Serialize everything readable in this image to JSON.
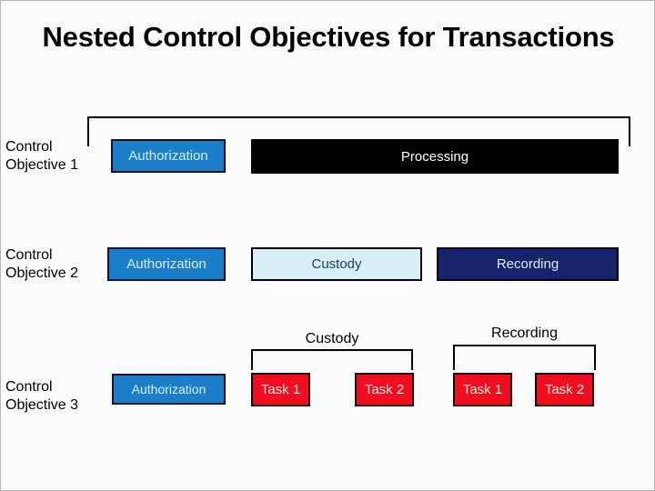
{
  "slide": {
    "title": "Nested Control Objectives for Transactions",
    "background_color": "#fbfbfb",
    "border_color": "#b8b8b8"
  },
  "rows": [
    {
      "label": "Control\nObjective 1",
      "boxes": [
        {
          "label": "Authorization",
          "fill": "#1a7ec8",
          "text_color": "#d6f0fb",
          "border_color": "#0b1034"
        },
        {
          "label": "Processing",
          "fill": "#000000",
          "text_color": "#ffffff",
          "border_color": "#000000"
        }
      ]
    },
    {
      "label": "Control\nObjective 2",
      "boxes": [
        {
          "label": "Authorization",
          "fill": "#1a7ec8",
          "text_color": "#d6f0fb",
          "border_color": "#0b1034"
        },
        {
          "label": "Custody",
          "fill": "#d7eff7",
          "text_color": "#1b3b6f",
          "border_color": "#000000"
        },
        {
          "label": "Recording",
          "fill": "#16246b",
          "text_color": "#d6f0fb",
          "border_color": "#000000"
        }
      ]
    },
    {
      "label": "Control\nObjective 3",
      "boxes": [
        {
          "label": "Authorization",
          "fill": "#1a7ec8",
          "text_color": "#d6f0fb",
          "border_color": "#0b1034"
        },
        {
          "label": "Task 1",
          "fill": "#f20d1e",
          "text_color": "#ffe9ea",
          "border_color": "#000000"
        },
        {
          "label": "Task 2",
          "fill": "#f20d1e",
          "text_color": "#ffe9ea",
          "border_color": "#000000"
        },
        {
          "label": "Task 1",
          "fill": "#f20d1e",
          "text_color": "#ffe9ea",
          "border_color": "#000000"
        },
        {
          "label": "Task 2",
          "fill": "#f20d1e",
          "text_color": "#ffe9ea",
          "border_color": "#000000"
        }
      ]
    }
  ],
  "brackets": [
    {
      "name": "top-span",
      "caption": ""
    },
    {
      "name": "custody-group",
      "caption": "Custody"
    },
    {
      "name": "recording-group",
      "caption": "Recording"
    }
  ]
}
